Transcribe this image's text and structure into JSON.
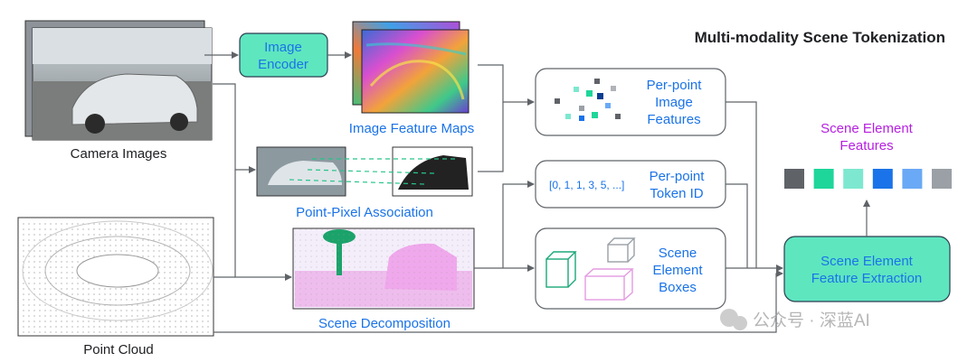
{
  "title": "Multi-modality Scene Tokenization",
  "inputs": {
    "camera_label": "Camera Images",
    "pointcloud_label": "Point Cloud"
  },
  "encoder": {
    "line1": "Image",
    "line2": "Encoder"
  },
  "feature_maps_label": "Image Feature Maps",
  "association_label": "Point-Pixel Association",
  "decomposition_label": "Scene Decomposition",
  "per_point_features": {
    "line1": "Per-point",
    "line2": "Image",
    "line3": "Features"
  },
  "token_id": {
    "sequence": "[0, 1, 1, 3, 5, ...]",
    "line1": "Per-point",
    "line2": "Token ID"
  },
  "element_boxes": {
    "line1": "Scene",
    "line2": "Element",
    "line3": "Boxes"
  },
  "element_features": {
    "line1": "Scene Element",
    "line2": "Features"
  },
  "extraction": {
    "line1": "Scene Element",
    "line2": "Feature Extraction"
  },
  "watermark": "公众号 · 深蓝AI",
  "colors": {
    "accent_teal": "#5ee6bf",
    "text_blue": "#1a73e8",
    "text_purple": "#b620e0",
    "arrow": "#5f6368",
    "swatches": [
      "#5f6368",
      "#1ed69a",
      "#7de8cf",
      "#1a73e8",
      "#6aa9f5",
      "#9aa0a6"
    ]
  }
}
